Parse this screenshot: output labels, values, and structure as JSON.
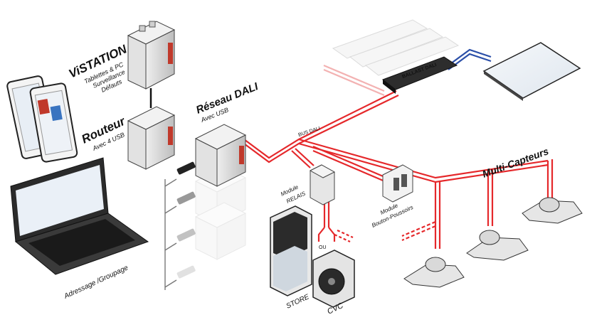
{
  "labels": {
    "vistation_title": "ViSTATION",
    "vistation_line1": "Tablettes & PC",
    "vistation_line2": "Surveillance",
    "vistation_line3": "Défauts",
    "routeur_title": "Routeur",
    "routeur_sub": "Avec 4 USB",
    "reseau_title": "Réseau DALI",
    "reseau_sub": "Avec USB",
    "bus": "BUS DALI",
    "ballast": "BALLAST DALI",
    "relais_line1": "Module",
    "relais_line2": "RELAIS",
    "bouton_line1": "Module",
    "bouton_line2": "Bouton-Poussoirs",
    "capteurs": "Multi-Capteurs",
    "ou": "OU",
    "store": "STORE",
    "cvc": "CVC",
    "adressage": "Adressage /Groupage"
  },
  "colors": {
    "bus_red": "#e5282b",
    "wire_blue": "#2b4fa8",
    "device_grey": "#d9d9d9",
    "device_dark": "#555555",
    "panel_red": "#c0392b"
  }
}
